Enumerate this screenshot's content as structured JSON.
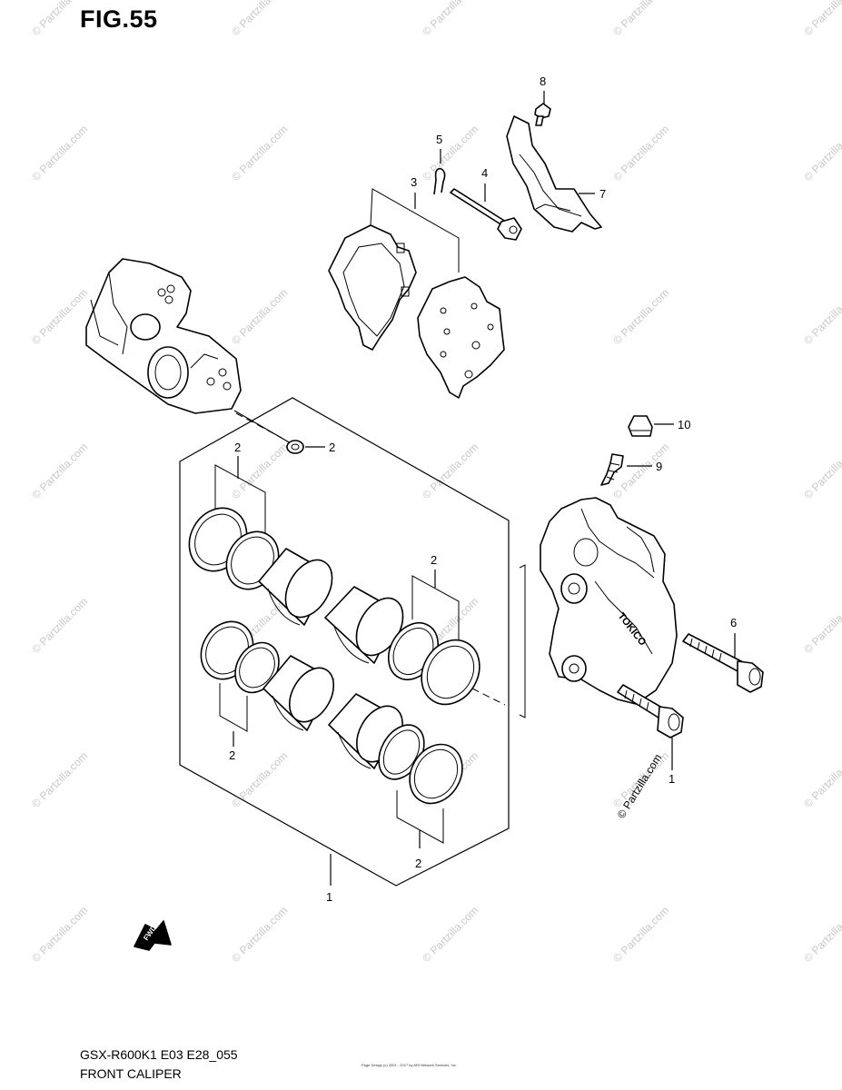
{
  "figure": {
    "title": "FIG.55",
    "model_code": "GSX-R600K1 E03 E28_055",
    "name": "FRONT CALIPER",
    "tiny_footer": "Page Design (c) 2001 - 2017 by ARI Network Services, Inc."
  },
  "watermark": "© Partzilla.com",
  "credit": "© Partzilla.com",
  "caliper_brand": "TOKICO",
  "direction_label": "FWD",
  "callouts": [
    "1",
    "2",
    "2",
    "2",
    "2",
    "2",
    "3",
    "4",
    "5",
    "6",
    "7",
    "8",
    "9",
    "10",
    "1"
  ]
}
